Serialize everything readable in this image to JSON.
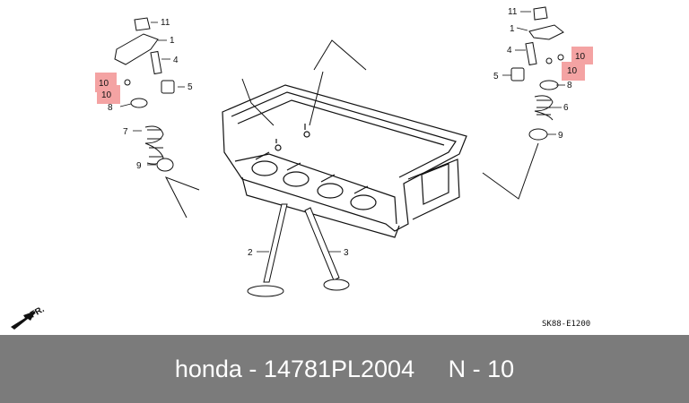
{
  "diagram": {
    "callouts_left": [
      "11",
      "1",
      "4",
      "10",
      "5",
      "10",
      "8",
      "7",
      "9"
    ],
    "callouts_right": [
      "11",
      "1",
      "10",
      "4",
      "10",
      "5",
      "8",
      "6",
      "9"
    ],
    "callouts_valves": [
      "2",
      "3"
    ],
    "front_marker": "FR.",
    "drawing_code": "SK88-E1200",
    "highlight_color": "#f4a3a3"
  },
  "footer": {
    "brand": "honda",
    "separator": " - ",
    "part_number": "14781PL2004",
    "gap": "     ",
    "ref_prefix": "N - ",
    "ref_number": "10",
    "background": "#7b7b7b"
  }
}
